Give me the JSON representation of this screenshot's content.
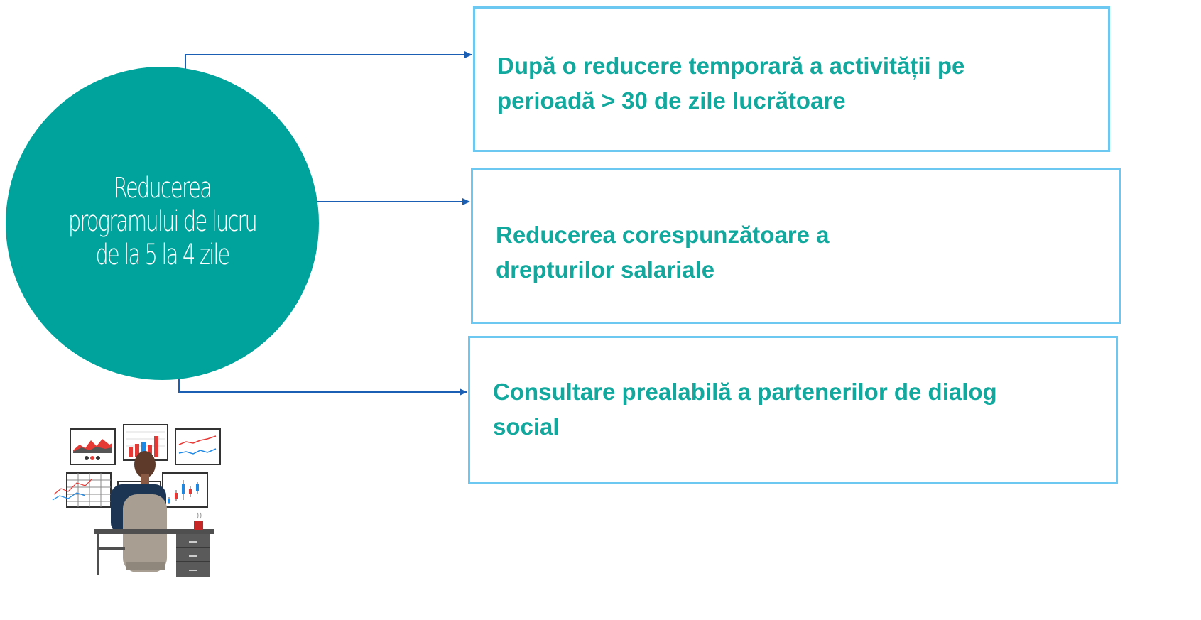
{
  "center": {
    "title_lines": [
      "Reducerea",
      "programului  de lucru",
      "de la  5 la 4 zile"
    ]
  },
  "conditions": [
    {
      "lines": [
        "După o reducere temporară a activității pe",
        "perioadă > 30 de zile lucrătoare"
      ]
    },
    {
      "lines": [
        "Reducerea corespunzătoare a",
        "drepturilor  salariale"
      ]
    },
    {
      "lines": [
        "Consultare prealabilă a partenerilor de dialog",
        "social"
      ]
    }
  ],
  "colors": {
    "circle": "#00a39b",
    "box_border": "#6cc8f0",
    "text": "#12a89e",
    "connector": "#1a5fb4"
  },
  "illustration": {
    "icon": "analyst-at-desk-with-monitors-icon"
  }
}
